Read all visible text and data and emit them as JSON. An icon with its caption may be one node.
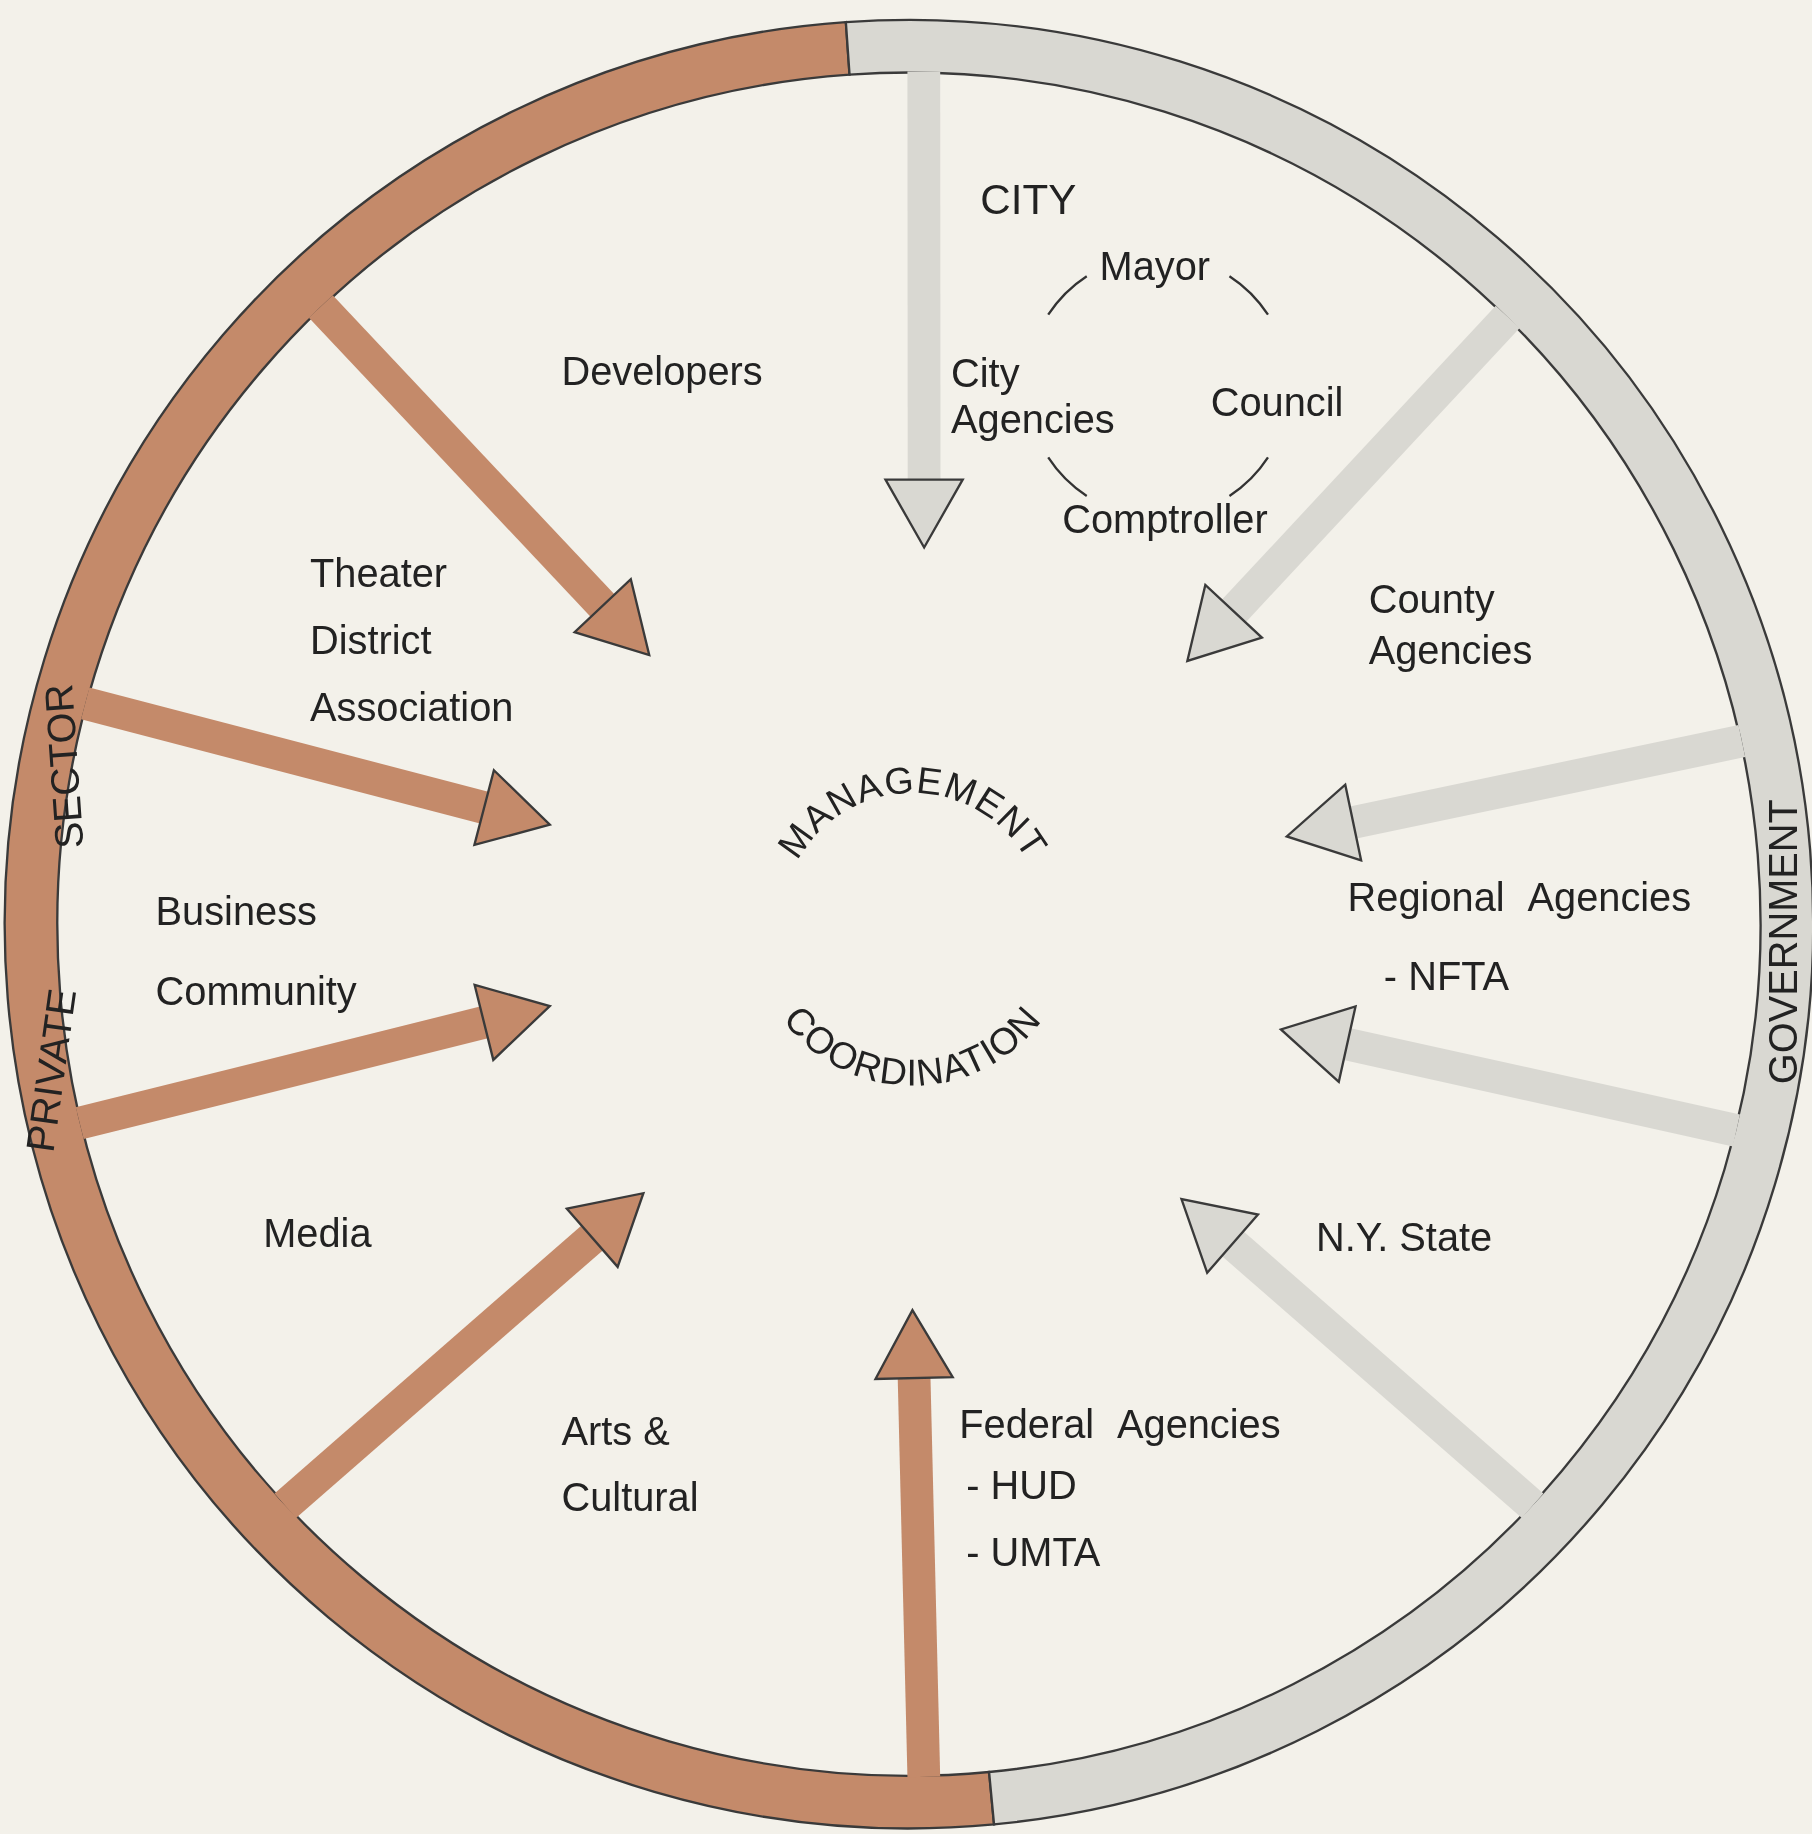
{
  "diagram": {
    "nodes": [
      {
        "text": [
          "PRIVATE",
          "SECTOR"
        ]
      },
      {
        "text": [
          "GOVERNMENT"
        ]
      }
    ],
    "edges": [
      {
        "from": 1,
        "to": null,
        "arrow": "to",
        "color": "#d9d8d2"
      },
      {
        "from": 1,
        "to": null,
        "arrow": "to",
        "color": "#d9d8d2"
      },
      {
        "from": 1,
        "to": null,
        "arrow": "to",
        "color": "#d9d8d2"
      },
      {
        "from": 1,
        "to": null,
        "arrow": "to",
        "color": "#d9d8d2"
      },
      {
        "from": 1,
        "to": null,
        "arrow": "to",
        "color": "#d9d8d2"
      },
      {
        "from": 0,
        "to": null,
        "arrow": "to",
        "color": "#c48a6a"
      },
      {
        "from": 0,
        "to": null,
        "arrow": "to",
        "color": "#c48a6a"
      },
      {
        "from": 0,
        "to": null,
        "arrow": "to",
        "color": "#c48a6a"
      },
      {
        "from": 0,
        "to": null,
        "arrow": "to",
        "color": "#c48a6a"
      },
      {
        "from": 0,
        "to": null,
        "arrow": "to",
        "color": "#c48a6a"
      }
    ],
    "labels": [
      "CITY",
      "Mayor",
      "Developers",
      "City Agencies",
      "Council",
      "Comptroller",
      "Theater District Association",
      "County Agencies",
      "MANAGEMENT",
      "Business Community",
      "Regional Agencies",
      "- NFTA",
      "COORDINATION",
      "Media",
      "N.Y. State",
      "Arts & Cultural",
      "Federal Agencies",
      "- HUD",
      "- UMTA"
    ]
  }
}
